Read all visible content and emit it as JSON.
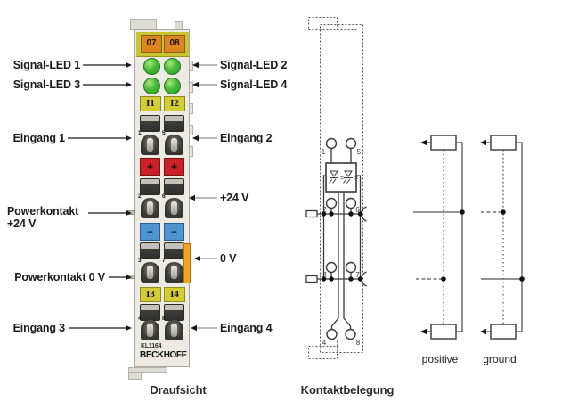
{
  "figure": {
    "captions": {
      "top_view": "Draufsicht",
      "contact_assignment": "Kontaktbelegung"
    },
    "callouts_left": [
      {
        "text": "Signal-LED 1"
      },
      {
        "text": "Signal-LED 3"
      },
      {
        "text": "Eingang 1"
      },
      {
        "text": "Powerkontakt",
        "text2": "+24 V"
      },
      {
        "text": "Powerkontakt 0 V"
      },
      {
        "text": "Eingang 3"
      }
    ],
    "callouts_right": [
      {
        "text": "Signal-LED 2"
      },
      {
        "text": "Signal-LED 4"
      },
      {
        "text": "Eingang 2"
      },
      {
        "text": "+24 V"
      },
      {
        "text": "0 V"
      },
      {
        "text": "Eingang 4"
      }
    ],
    "module": {
      "kbus_contacts": [
        "07",
        "08"
      ],
      "led_ids": [
        "I1",
        "I2"
      ],
      "led_ids_lower": [
        "I3",
        "I4"
      ],
      "plus": "+",
      "minus": "−",
      "terminal_numbers_row1": [
        "1",
        "5"
      ],
      "terminal_numbers_row2": [
        "2",
        "6"
      ],
      "terminal_numbers_row3": [
        "3",
        "7"
      ],
      "terminal_numbers_row4": [
        "4",
        "8"
      ],
      "model": "KL1164",
      "brand": "BECKHOFF"
    },
    "schematic": {
      "contacts": [
        "1",
        "5",
        "2",
        "6",
        "3",
        "7",
        "4",
        "8"
      ]
    },
    "wiring_examples": [
      {
        "label": "positive"
      },
      {
        "label": "ground"
      }
    ]
  },
  "colors": {
    "led_green": "#46bb3a",
    "connector_orange": "#dd861f",
    "band_yellow": "#c9c431",
    "plus_red": "#c92127",
    "minus_blue": "#4f94d2",
    "tab_orange": "#f2a41f"
  }
}
